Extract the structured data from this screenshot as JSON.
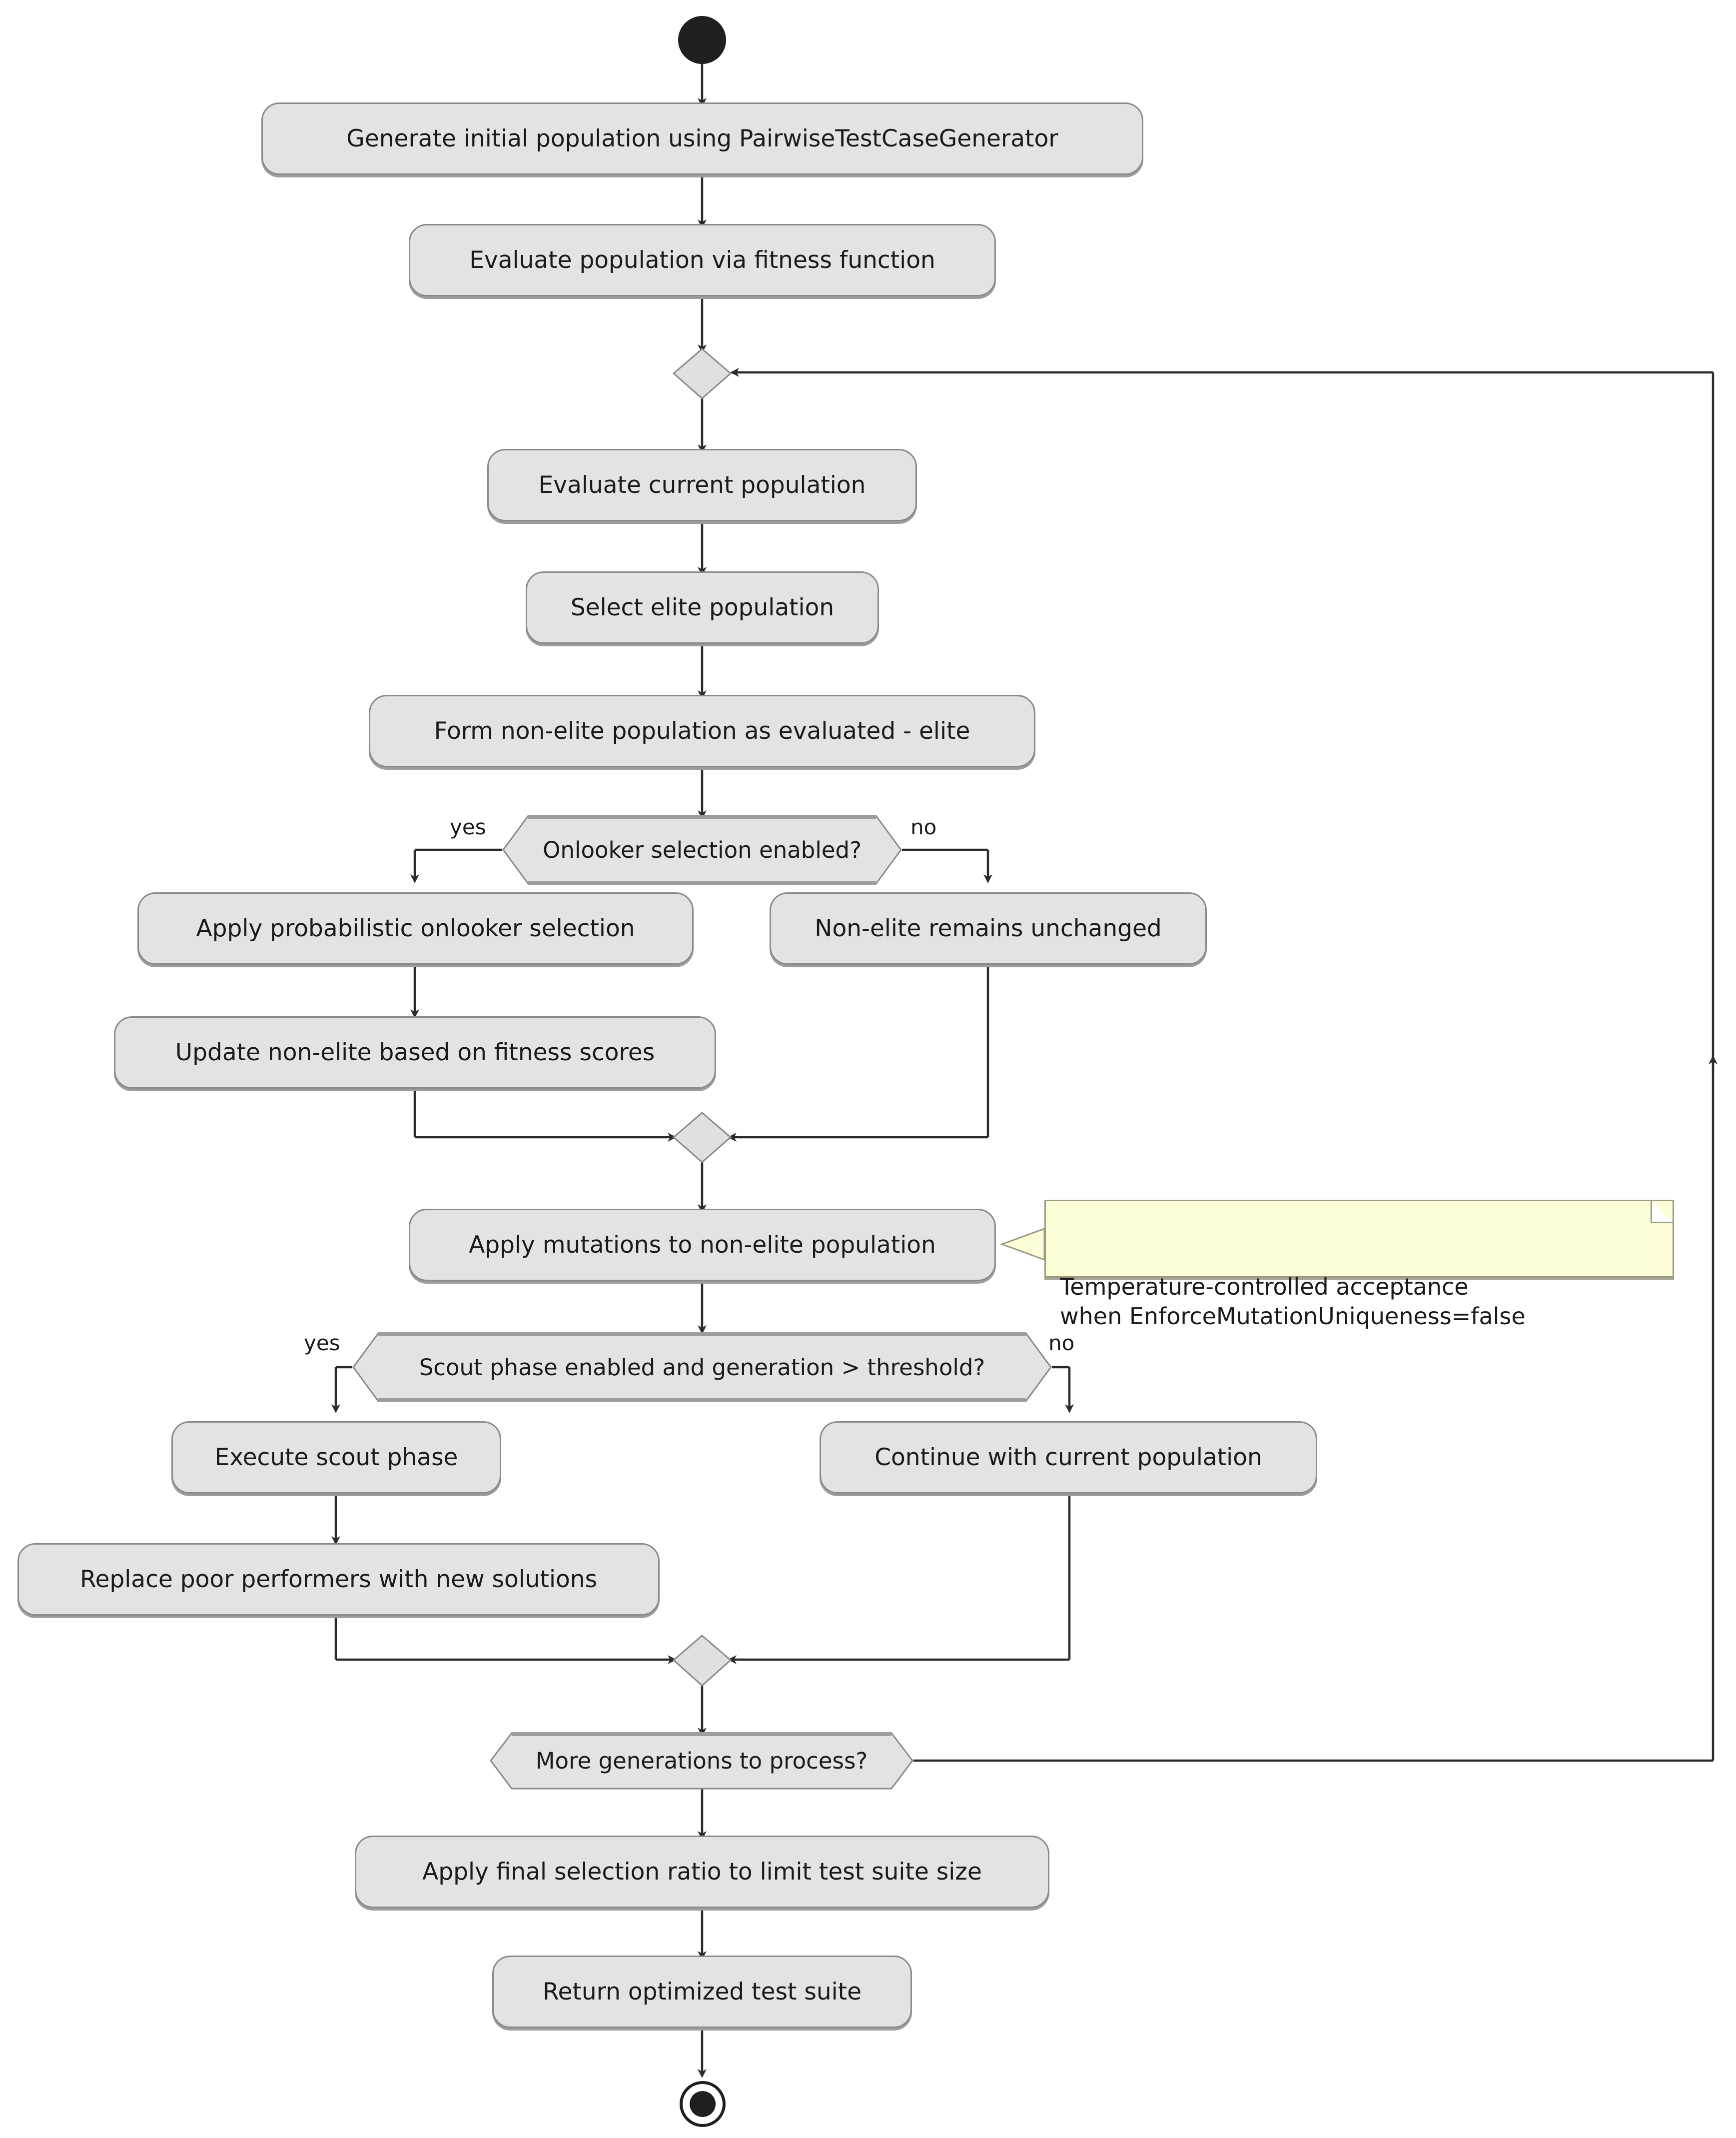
{
  "diagram": {
    "type": "uml-activity-diagram",
    "title": "Test suite optimization activity flow",
    "background": "#ffffff",
    "node_fill": "#e3e3e3",
    "node_border": "#8a8a8a",
    "note_fill": "#fdfdd8",
    "note_border": "#9a9a86",
    "text_color": "#1a1a1a"
  },
  "start": {
    "name": "start-node"
  },
  "end": {
    "name": "end-node"
  },
  "activities": {
    "generate_initial": "Generate initial population using PairwiseTestCaseGenerator",
    "evaluate_population": "Evaluate population via fitness function",
    "evaluate_current": "Evaluate current population",
    "select_elite": "Select elite population",
    "form_non_elite": "Form non-elite population as evaluated - elite",
    "apply_onlooker": "Apply probabilistic onlooker selection",
    "non_elite_unchanged": "Non-elite remains unchanged",
    "update_non_elite": "Update non-elite based on fitness scores",
    "apply_mutations": "Apply mutations to non-elite population",
    "execute_scout": "Execute scout phase",
    "continue_current": "Continue with current population",
    "replace_poor": "Replace poor performers with new solutions",
    "apply_final_ratio": "Apply final selection ratio to limit test suite size",
    "return_suite": "Return optimized test suite"
  },
  "decisions": {
    "onlooker": {
      "question": "Onlooker selection enabled?",
      "yes_label": "yes",
      "no_label": "no"
    },
    "scout": {
      "question": "Scout phase enabled and generation > threshold?",
      "yes_label": "yes",
      "no_label": "no"
    },
    "more_generations": {
      "question": "More generations to process?"
    }
  },
  "note": {
    "text": "Temperature-controlled acceptance\nwhen EnforceMutationUniqueness=false",
    "attached_to": "apply_mutations"
  }
}
